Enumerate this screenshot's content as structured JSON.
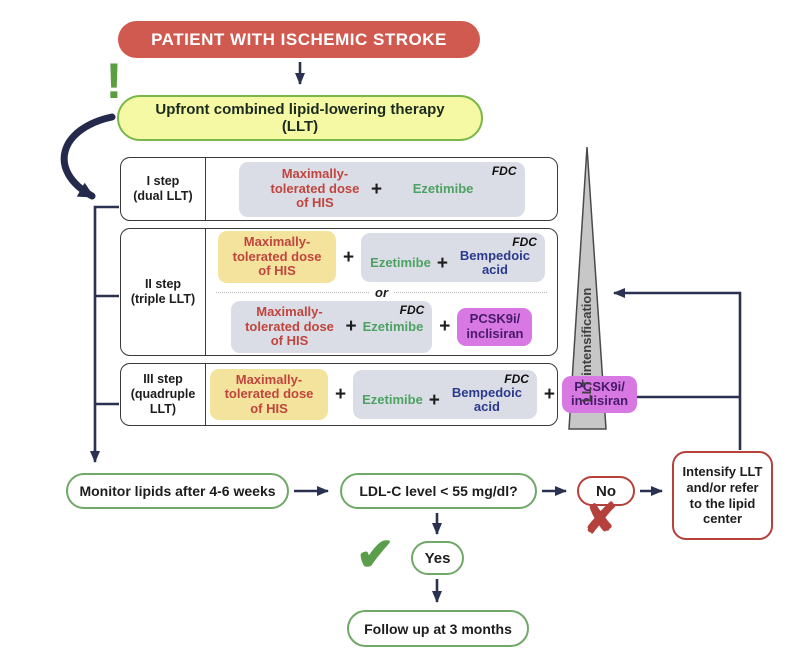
{
  "header": {
    "patient": "PATIENT WITH ISCHEMIC STROKE",
    "upfront_line1": "Upfront combined lipid-lowering therapy",
    "upfront_line2": "(LLT)",
    "exclamation": "!"
  },
  "steps": [
    {
      "label_line1": "I step",
      "label_line2": "(dual LLT)"
    },
    {
      "label_line1": "II step",
      "label_line2": "(triple LLT)"
    },
    {
      "label_line1": "III step",
      "label_line2": "(quadruple LLT)"
    }
  ],
  "drugs": {
    "his": "Maximally-tolerated dose of HIS",
    "ezetimibe": "Ezetimibe",
    "bempedoic": "Bempedoic acid",
    "pcsk9i_line1": "PCSK9i/",
    "pcsk9i_line2": "inclisiran"
  },
  "labels": {
    "fdc": "FDC",
    "plus": "+",
    "or": "or"
  },
  "triangle": {
    "label": "LLT intensification"
  },
  "flow": {
    "monitor": "Monitor lipids after 4-6 weeks",
    "ldl_question": "LDL-C level < 55 mg/dl?",
    "no": "No",
    "yes": "Yes",
    "intensify": "Intensify LLT and/or refer to the lipid center",
    "followup": "Follow up at 3 months",
    "check_glyph": "✔",
    "cross_glyph": "✘"
  },
  "colors": {
    "header_red": "#d05a50",
    "upfront_yellow": "#f6f9a4",
    "green_border": "#79b74a",
    "gray_chip": "#dbdde6",
    "yellow_chip": "#f4e39c",
    "magenta_chip": "#d879e3",
    "red_text": "#c0453e",
    "green_text": "#4da263",
    "navy_text": "#2b3a8c",
    "purple_text": "#471a69",
    "arrow_navy": "#2b3150",
    "red_outline": "#b5413c",
    "check_green": "#5a9e4b",
    "triangle_gray": "#c7c7c7"
  }
}
